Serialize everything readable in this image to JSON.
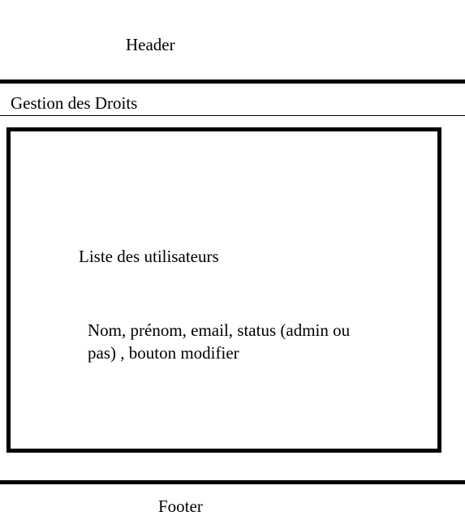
{
  "header": {
    "label": "Header"
  },
  "section": {
    "title": "Gestion des Droits"
  },
  "content": {
    "title": "Liste des utilisateurs",
    "description": "Nom, prénom, email, status (admin ou pas) , bouton modifier"
  },
  "footer": {
    "label": "Footer"
  }
}
